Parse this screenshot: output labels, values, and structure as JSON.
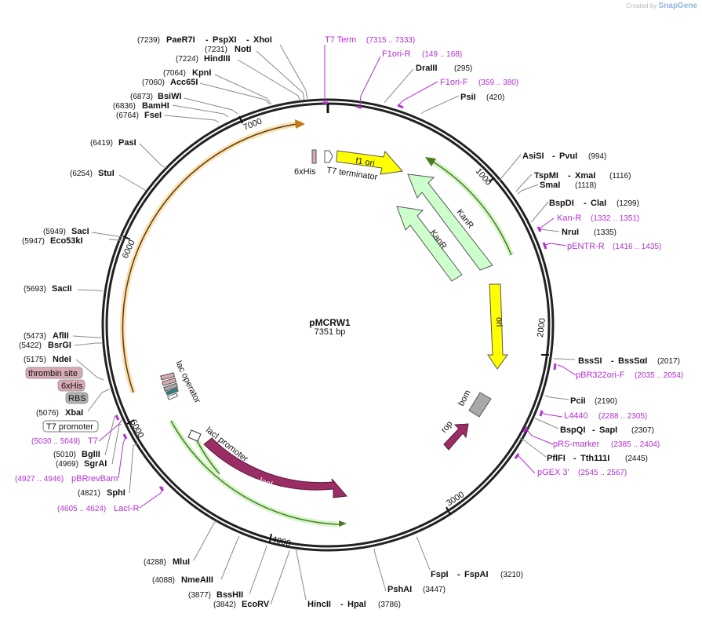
{
  "credit": {
    "prefix": "Created by",
    "brand": "SnapGene"
  },
  "plasmid": {
    "name": "pMCRW1",
    "length": "7351 bp"
  },
  "ticks": [
    "1000",
    "2000",
    "3000",
    "4000",
    "5000",
    "6000",
    "7000"
  ],
  "colors": {
    "primer": "#b42fd1",
    "yellow": "#ffff00",
    "green_light": "#cdfccd",
    "kan": "#ccffcc",
    "laci": "#992d64",
    "orange": "#f6a623",
    "thrombin": "#d9a9b4",
    "rbs": "#b0b0b0"
  },
  "enzymes": [
    {
      "name": "PaeR7I",
      "pos": "(7239)",
      "name2": "PspXI",
      "name3": "XhoI"
    },
    {
      "name": "NotI",
      "pos": "(7231)"
    },
    {
      "name": "HindIII",
      "pos": "(7224)"
    },
    {
      "name": "KpnI",
      "pos": "(7064)"
    },
    {
      "name": "Acc65I",
      "pos": "(7060)"
    },
    {
      "name": "BsiWI",
      "pos": "(6873)"
    },
    {
      "name": "BamHI",
      "pos": "(6836)"
    },
    {
      "name": "FseI",
      "pos": "(6764)"
    },
    {
      "name": "PasI",
      "pos": "(6419)"
    },
    {
      "name": "StuI",
      "pos": "(6254)"
    },
    {
      "name": "SacI",
      "pos": "(5949)"
    },
    {
      "name": "Eco53kI",
      "pos": "(5947)"
    },
    {
      "name": "SacII",
      "pos": "(5693)"
    },
    {
      "name": "AflII",
      "pos": "(5473)"
    },
    {
      "name": "BsrGI",
      "pos": "(5422)"
    },
    {
      "name": "NdeI",
      "pos": "(5175)"
    },
    {
      "name": "XbaI",
      "pos": "(5076)"
    },
    {
      "name": "BglII",
      "pos": "(5010)"
    },
    {
      "name": "SgrAI",
      "pos": "(4969)"
    },
    {
      "name": "SphI",
      "pos": "(4821)"
    },
    {
      "name": "MluI",
      "pos": "(4288)"
    },
    {
      "name": "NmeAIII",
      "pos": "(4088)"
    },
    {
      "name": "BssHII",
      "pos": "(3877)"
    },
    {
      "name": "EcoRV",
      "pos": "(3842)"
    },
    {
      "name": "HincII",
      "name2": "HpaI",
      "pos": "(3786)"
    },
    {
      "name": "PshAI",
      "pos": "(3447)"
    },
    {
      "name": "FspI",
      "name2": "FspAI",
      "pos": "(3210)"
    },
    {
      "name": "DraIII",
      "pos": "(295)"
    },
    {
      "name": "PsiI",
      "pos": "(420)"
    },
    {
      "name": "AsiSI",
      "name2": "PvuI",
      "pos": "(994)"
    },
    {
      "name": "TspMI",
      "name2": "XmaI",
      "pos": "(1116)"
    },
    {
      "name": "SmaI",
      "pos": "(1118)"
    },
    {
      "name": "BspDI",
      "name2": "ClaI",
      "pos": "(1299)"
    },
    {
      "name": "NruI",
      "pos": "(1335)"
    },
    {
      "name": "BssSI",
      "name2": "BssSαI",
      "pos": "(2017)"
    },
    {
      "name": "PciI",
      "pos": "(2190)"
    },
    {
      "name": "BspQI",
      "name2": "SapI",
      "pos": "(2307)"
    },
    {
      "name": "PflFI",
      "name2": "Tth111I",
      "pos": "(2445)"
    }
  ],
  "primers": [
    {
      "name": "T7 Term",
      "range": "(7315 .. 7333)"
    },
    {
      "name": "F1ori-R",
      "range": "(149 .. 168)"
    },
    {
      "name": "F1ori-F",
      "range": "(359 .. 380)"
    },
    {
      "name": "Kan-R",
      "range": "(1332 .. 1351)"
    },
    {
      "name": "pENTR-R",
      "range": "(1416 .. 1435)"
    },
    {
      "name": "pBR322ori-F",
      "range": "(2035 .. 2054)"
    },
    {
      "name": "L4440",
      "range": "(2288 .. 2305)"
    },
    {
      "name": "pRS-marker",
      "range": "(2385 .. 2404)"
    },
    {
      "name": "pGEX 3'",
      "range": "(2545 .. 2567)"
    },
    {
      "name": "T7",
      "range": "(5030 .. 5049)"
    },
    {
      "name": "pBRrevBam",
      "range": "(4927 .. 4946)"
    },
    {
      "name": "LacI-R",
      "range": "(4605 .. 4624)"
    }
  ],
  "features": {
    "f1_ori": "f1 ori",
    "kanr": "KanR",
    "ori": "ori",
    "bom": "bom",
    "rop": "rop",
    "laci": "lacI",
    "laci_promoter": "lacI promoter",
    "lac_operator": "lac operator",
    "six_his": "6xHis",
    "t7_terminator": "T7 terminator",
    "thrombin": "thrombin site",
    "his_box": "6xHis",
    "rbs": "RBS",
    "t7_promoter": "T7 promoter"
  }
}
